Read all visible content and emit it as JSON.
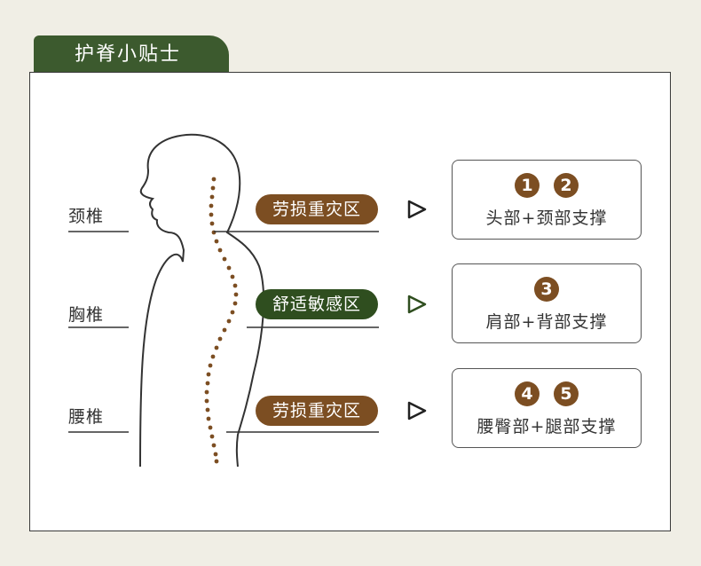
{
  "tab_title": "护脊小贴士",
  "spine_labels": [
    "颈椎",
    "胸椎",
    "腰椎"
  ],
  "zones": [
    {
      "label": "劳损重灾区",
      "color": "#7c4e22",
      "arrow_color": "#222222"
    },
    {
      "label": "舒适敏感区",
      "color": "#2f4e1f",
      "arrow_color": "#2f4e1f"
    },
    {
      "label": "劳损重灾区",
      "color": "#7c4e22",
      "arrow_color": "#222222"
    }
  ],
  "supports": [
    {
      "numbers": [
        "1",
        "2"
      ],
      "text": "头部+颈部支撑"
    },
    {
      "numbers": [
        "3"
      ],
      "text": "肩部+背部支撑"
    },
    {
      "numbers": [
        "4",
        "5"
      ],
      "text": "腰臀部+腿部支撑"
    }
  ]
}
